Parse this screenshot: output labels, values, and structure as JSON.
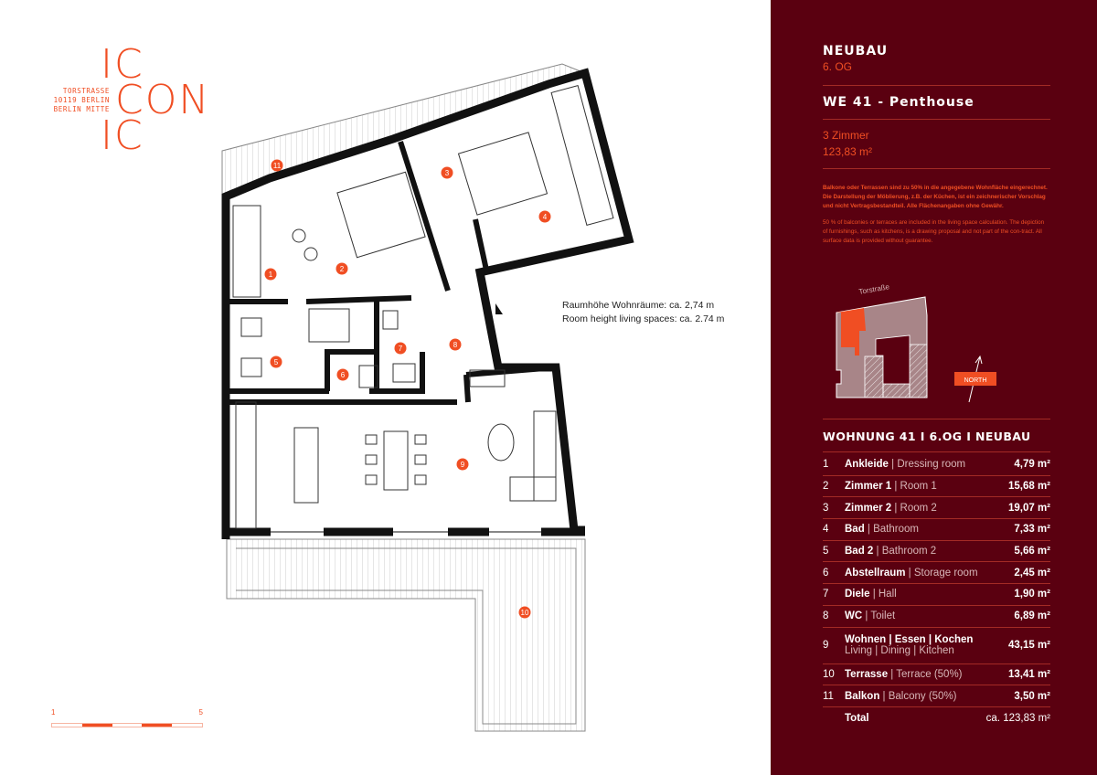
{
  "logo": {
    "letters": [
      "IC",
      "CON",
      "IC"
    ],
    "wordmark": "ICONIC",
    "address": [
      "TORSTRASSE",
      "10119 BERLIN",
      "BERLIN MITTE"
    ]
  },
  "scale": {
    "start": "1",
    "end": "5"
  },
  "plan": {
    "room_height_de": "Raumhöhe Wohnräume: ca. 2,74 m",
    "room_height_en": "Room height living spaces: ca. 2.74 m",
    "room_markers": [
      "1",
      "2",
      "3",
      "4",
      "5",
      "6",
      "7",
      "8",
      "9",
      "10",
      "11"
    ]
  },
  "header": {
    "building": "NEUBAU",
    "floor": "6. OG",
    "unit": "WE 41 - Penthouse",
    "rooms": "3 Zimmer",
    "area": "123,83 m²"
  },
  "notes": {
    "de": "Balkone oder Terrassen sind zu 50% in die angegebene Wohnfläche eingerechnet. Die Darstellung der Möblierung, z.B. der Küchen, ist ein zeichnerischer Vorschlag und nicht Vertragsbestandteil. Alle Flächenangaben ohne Gewähr.",
    "en": "50 % of balconies or terraces are included in the living space calculation. The depiction of furnishings, such as kitchens, is a drawing proposal and not part of the con-tract. All surface data is provided without guarantee."
  },
  "site_plan": {
    "street": "Torstraße",
    "north": "NORTH"
  },
  "colors": {
    "accent": "#f04e23",
    "panel": "#5a0010"
  },
  "table": {
    "title": "WOHNUNG 41 I 6.OG I NEUBAU",
    "rows": [
      {
        "no": "1",
        "de": "Ankleide",
        "en": " | Dressing room",
        "area": "4,79 m²"
      },
      {
        "no": "2",
        "de": "Zimmer 1",
        "en": " | Room 1",
        "area": "15,68 m²"
      },
      {
        "no": "3",
        "de": "Zimmer 2",
        "en": " | Room 2",
        "area": "19,07 m²"
      },
      {
        "no": "4",
        "de": "Bad",
        "en": " | Bathroom",
        "area": "7,33 m²"
      },
      {
        "no": "5",
        "de": "Bad 2",
        "en": " | Bathroom 2",
        "area": "5,66 m²"
      },
      {
        "no": "6",
        "de": "Abstellraum",
        "en": " | Storage room",
        "area": "2,45 m²"
      },
      {
        "no": "7",
        "de": "Diele",
        "en": " | Hall",
        "area": "1,90 m²"
      },
      {
        "no": "8",
        "de": "WC",
        "en": " | Toilet",
        "area": "6,89 m²"
      },
      {
        "no": "9",
        "de": "Wohnen | Essen | Kochen",
        "en": "Living | Dining | Kitchen",
        "area": "43,15 m²"
      },
      {
        "no": "10",
        "de": "Terrasse",
        "en": " | Terrace (50%)",
        "area": "13,41 m²"
      },
      {
        "no": "11",
        "de": "Balkon",
        "en": " | Balcony (50%)",
        "area": "3,50 m²"
      }
    ],
    "total_label": "Total",
    "total": "ca. 123,83 m²"
  }
}
